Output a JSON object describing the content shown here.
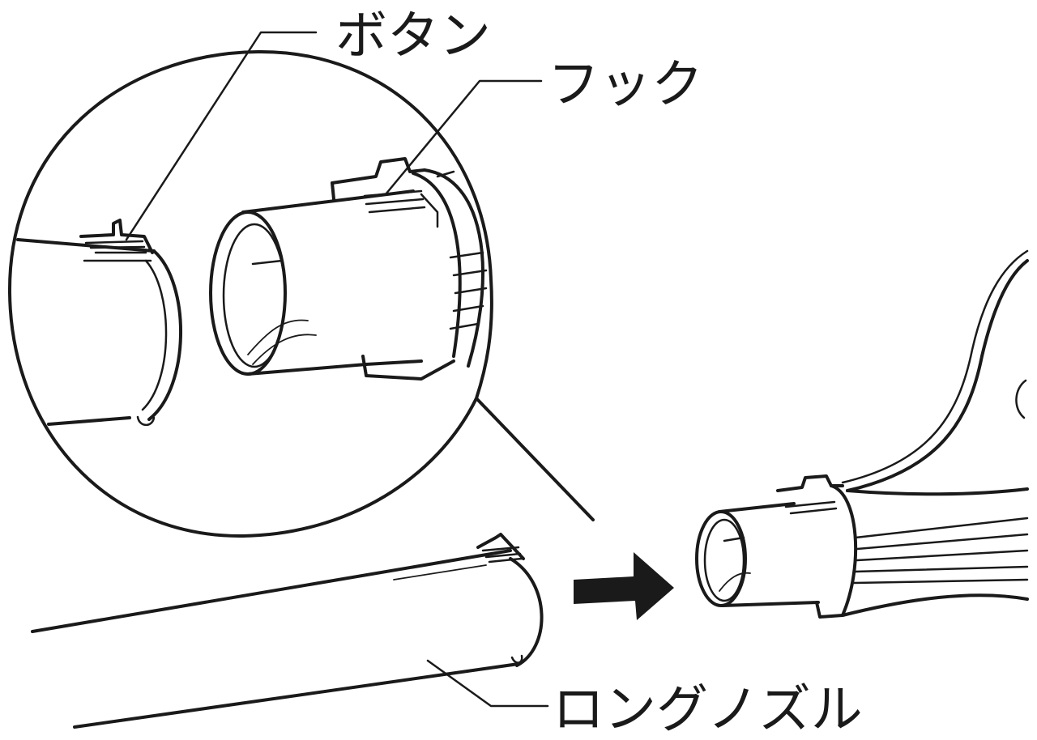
{
  "labels": {
    "button": "ボタン",
    "hook": "フック",
    "long_nozzle": "ロングノズル"
  },
  "colors": {
    "line": "#1a1a1a",
    "background": "#ffffff"
  }
}
